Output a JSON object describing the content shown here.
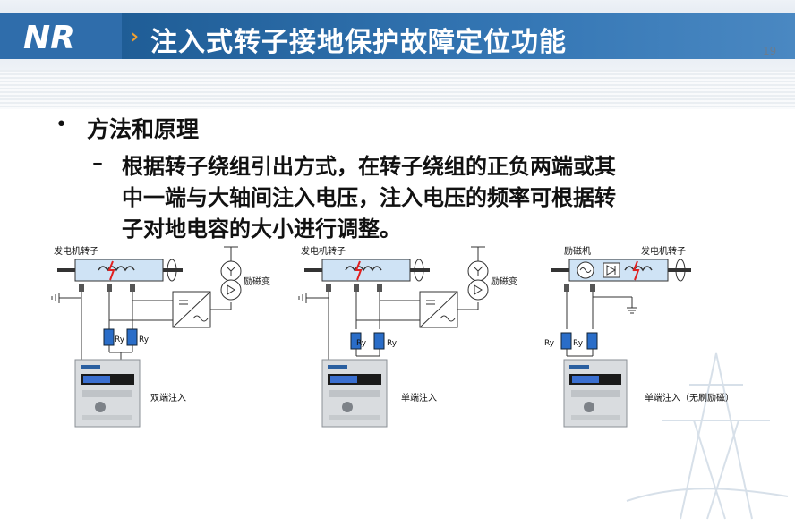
{
  "header": {
    "logo_text": "NR",
    "title": "注入式转子接地保护故障定位功能",
    "page_number": "19"
  },
  "content": {
    "bullet_heading": "方法和原理",
    "sub_lines": [
      "根据转子绕组引出方式，在转子绕组的正负两端或其",
      "中一端与大轴间注入电压，注入电压的频率可根据转",
      "子对地电容的大小进行调整。"
    ]
  },
  "diagrams": [
    {
      "rotor_label": "发电机转子",
      "transformer_label": "励磁变",
      "resistor_labels": [
        "Ry",
        "Ry"
      ],
      "caption": "双端注入"
    },
    {
      "rotor_label": "发电机转子",
      "transformer_label": "励磁变",
      "resistor_labels": [
        "Ry",
        "Ry"
      ],
      "caption": "单端注入"
    },
    {
      "exciter_label": "励磁机",
      "rotor_label": "发电机转子",
      "resistor_labels": [
        "Ry",
        "Ry"
      ],
      "caption": "单端注入（无刷励磁）"
    }
  ],
  "colors": {
    "title_bar": "#2a6aa8",
    "title_arrow": "#f0a030",
    "rotor_fill": "#cfe3f5",
    "resistor_fill": "#2a6dc8",
    "spark": "#e02020"
  }
}
